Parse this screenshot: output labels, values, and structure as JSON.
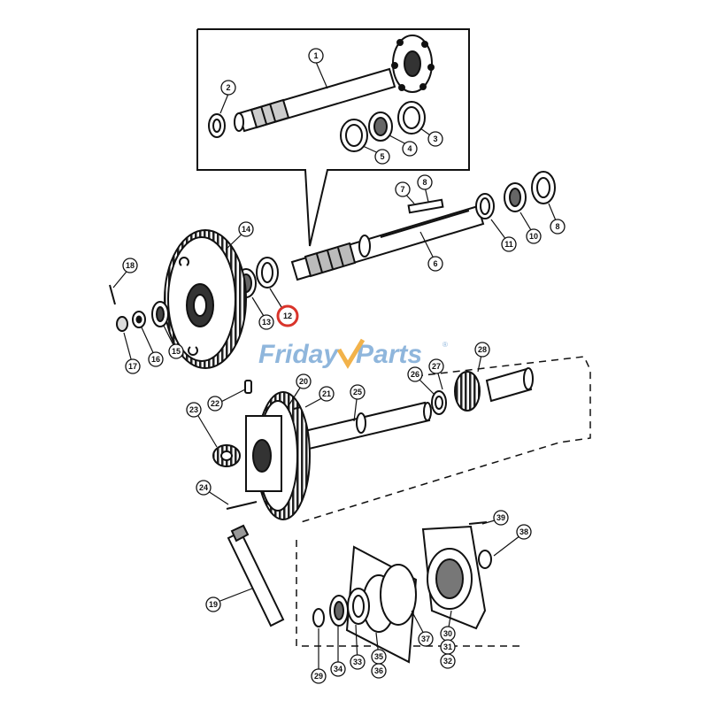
{
  "watermark": {
    "part1": "Friday",
    "part2": "Parts",
    "mark": "®",
    "color1": "#8fb6dc",
    "color2": "#f2b24a"
  },
  "highlight_color": "#d9342b",
  "highlighted_callout": "12",
  "callouts": [
    "1",
    "2",
    "3",
    "4",
    "5",
    "6",
    "7",
    "8",
    "8",
    "10",
    "11",
    "12",
    "13",
    "14",
    "15",
    "16",
    "17",
    "18",
    "19",
    "20",
    "21",
    "22",
    "23",
    "24",
    "25",
    "26",
    "27",
    "28",
    "29",
    "30",
    "31",
    "32",
    "33",
    "34",
    "35",
    "36",
    "37",
    "38",
    "39"
  ]
}
